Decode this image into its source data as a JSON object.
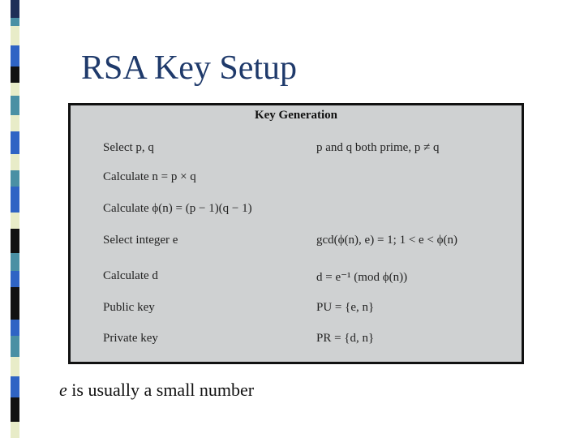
{
  "slide": {
    "title": "RSA Key Setup",
    "caption_var": "e",
    "caption_rest": " is usually a small number"
  },
  "table": {
    "title": "Key Generation",
    "rows": [
      {
        "left": "Select p, q",
        "right": "p and q both prime, p ≠ q"
      },
      {
        "left": "Calculate n = p × q",
        "right": ""
      },
      {
        "left": "Calculate ϕ(n) = (p − 1)(q − 1)",
        "right": ""
      },
      {
        "left": "Select integer e",
        "right": "gcd(ϕ(n), e) = 1;  1 < e < ϕ(n)"
      },
      {
        "left": "Calculate d",
        "right": "d = e⁻¹ (mod ϕ(n))"
      },
      {
        "left": "Public key",
        "right": "PU = {e, n}"
      },
      {
        "left": "Private key",
        "right": "PR = {d, n}"
      }
    ]
  },
  "colors": {
    "title": "#1f3a6b",
    "panel_bg": "#cfd1d2",
    "panel_border": "#111111",
    "stripe_dark": "#0d1b3a",
    "stripe_blue": "#2f64c4",
    "stripe_teal": "#4a90a4",
    "stripe_light": "#e8ecc8"
  }
}
